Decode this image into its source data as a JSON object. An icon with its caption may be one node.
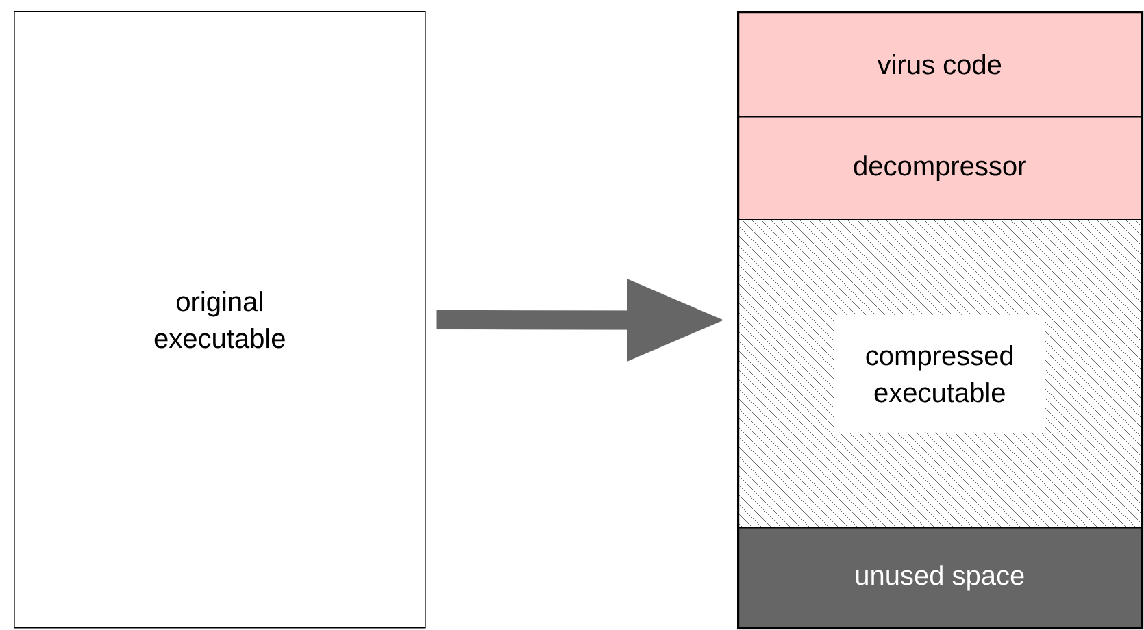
{
  "diagram": {
    "nodes": [
      {
        "text": [
          "original executable"
        ]
      },
      {
        "text": [],
        "shape": "box"
      },
      {
        "text": [
          "virus code"
        ],
        "in": 1
      },
      {
        "text": [
          "decompressor"
        ],
        "in": 1
      },
      {
        "text": [
          "compressed executable"
        ],
        "in": 1
      },
      {
        "text": [
          "unused space"
        ],
        "in": 1
      }
    ],
    "edges": [
      {
        "from": 0,
        "to": 1,
        "arrow": "to",
        "style": "thick"
      }
    ]
  }
}
